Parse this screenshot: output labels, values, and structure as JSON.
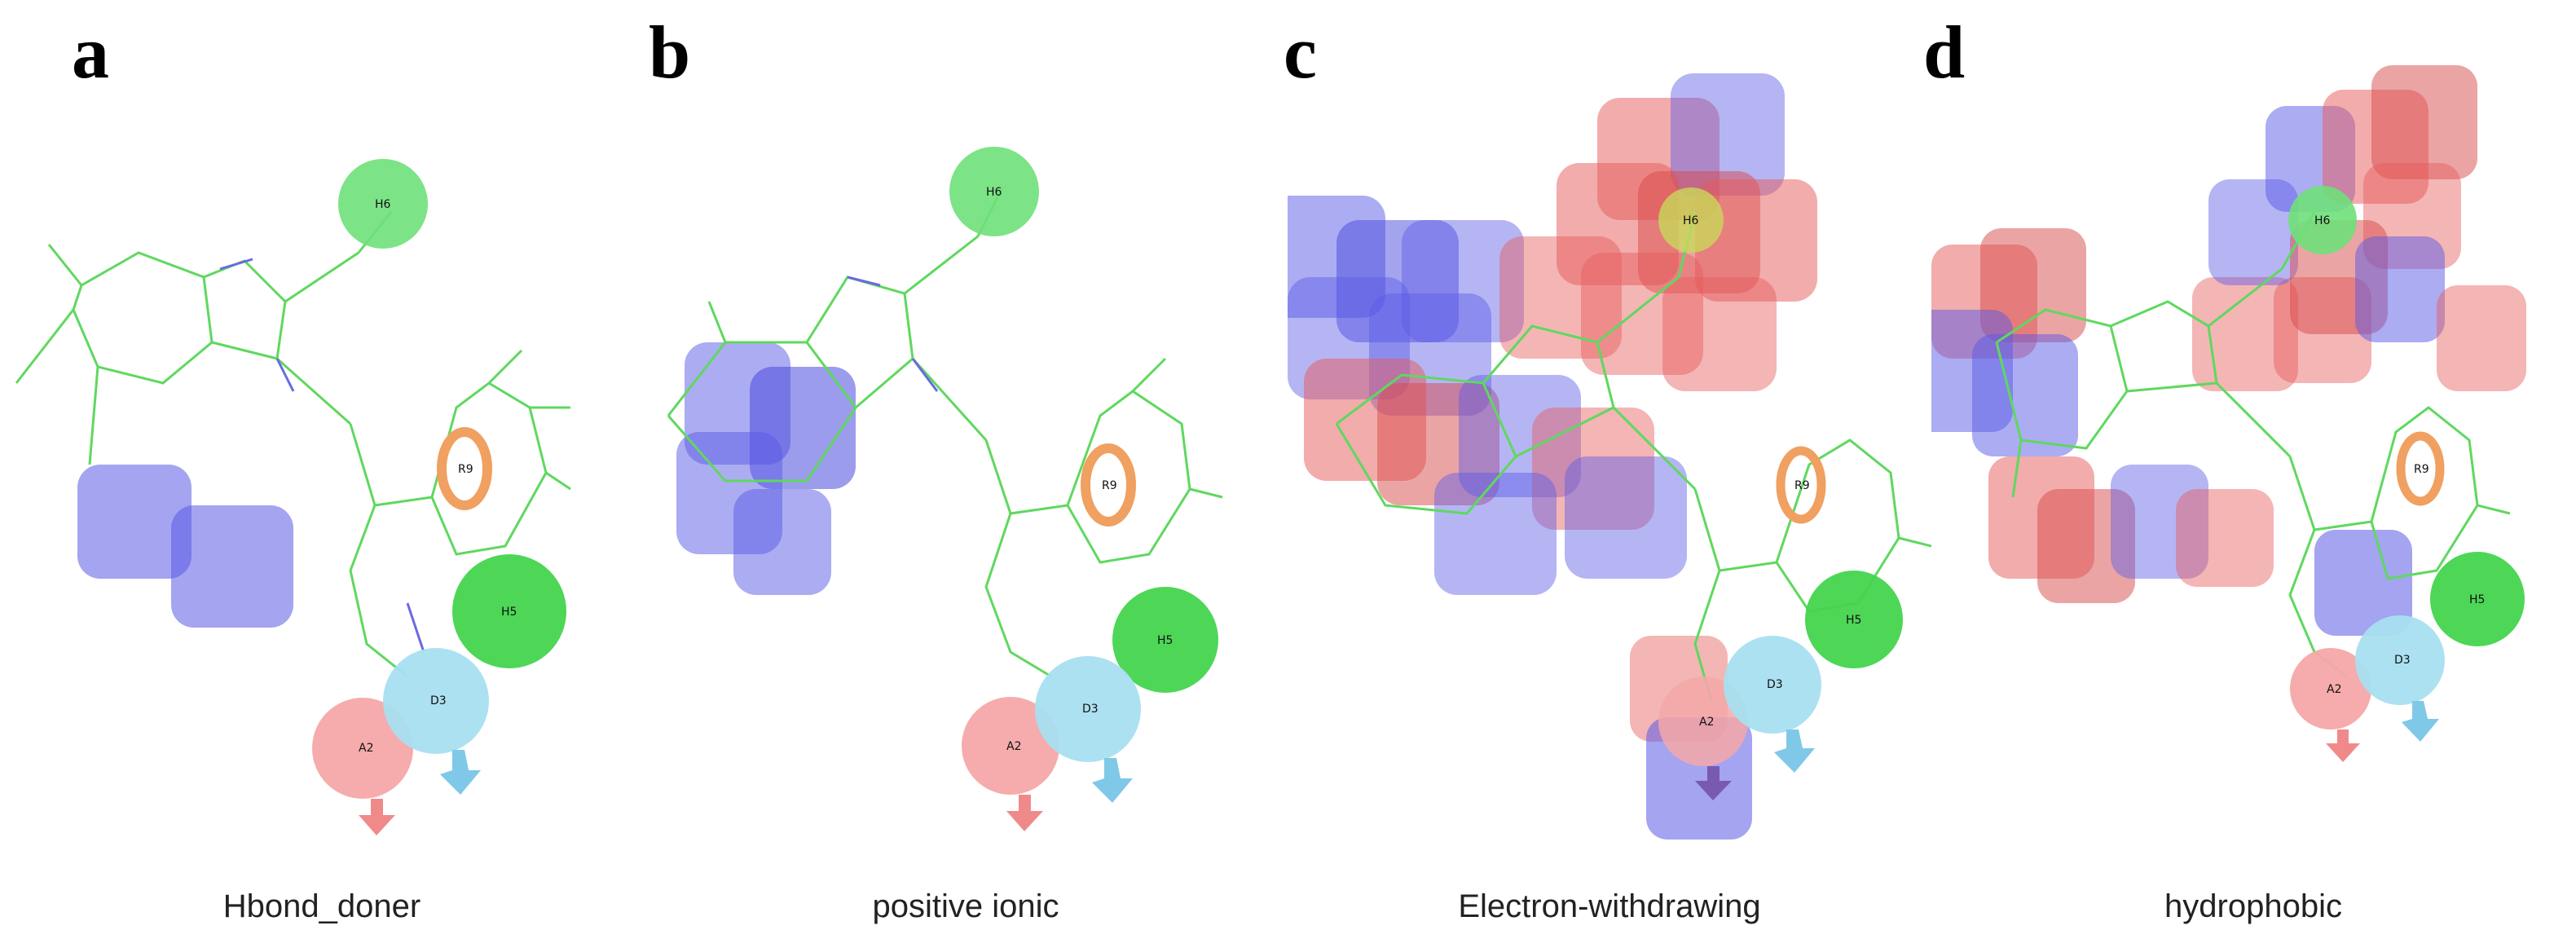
{
  "figure": {
    "panels": [
      {
        "letter": "a",
        "caption": "Hbond_doner",
        "field": "blue"
      },
      {
        "letter": "b",
        "caption": "positive ionic",
        "field": "blue"
      },
      {
        "letter": "c",
        "caption": "Electron-withdrawing",
        "field": "mixed"
      },
      {
        "letter": "d",
        "caption": "hydrophobic",
        "field": "mixed"
      }
    ],
    "feature_labels": {
      "hydrophobic_top": "H6",
      "ring": "R9",
      "hydrophobic_side": "H5",
      "donor": "D3",
      "acceptor": "A2"
    },
    "colors": {
      "bonds": "#5fd85f",
      "nitrogen": "#6a6ae0",
      "hydrophobic": "#6fe07a",
      "ring": "#f0a060",
      "donor": "#a8dff0",
      "acceptor": "#f5a8a8",
      "field_blue": "#5a5ae6",
      "field_red": "#e65a5a"
    }
  }
}
